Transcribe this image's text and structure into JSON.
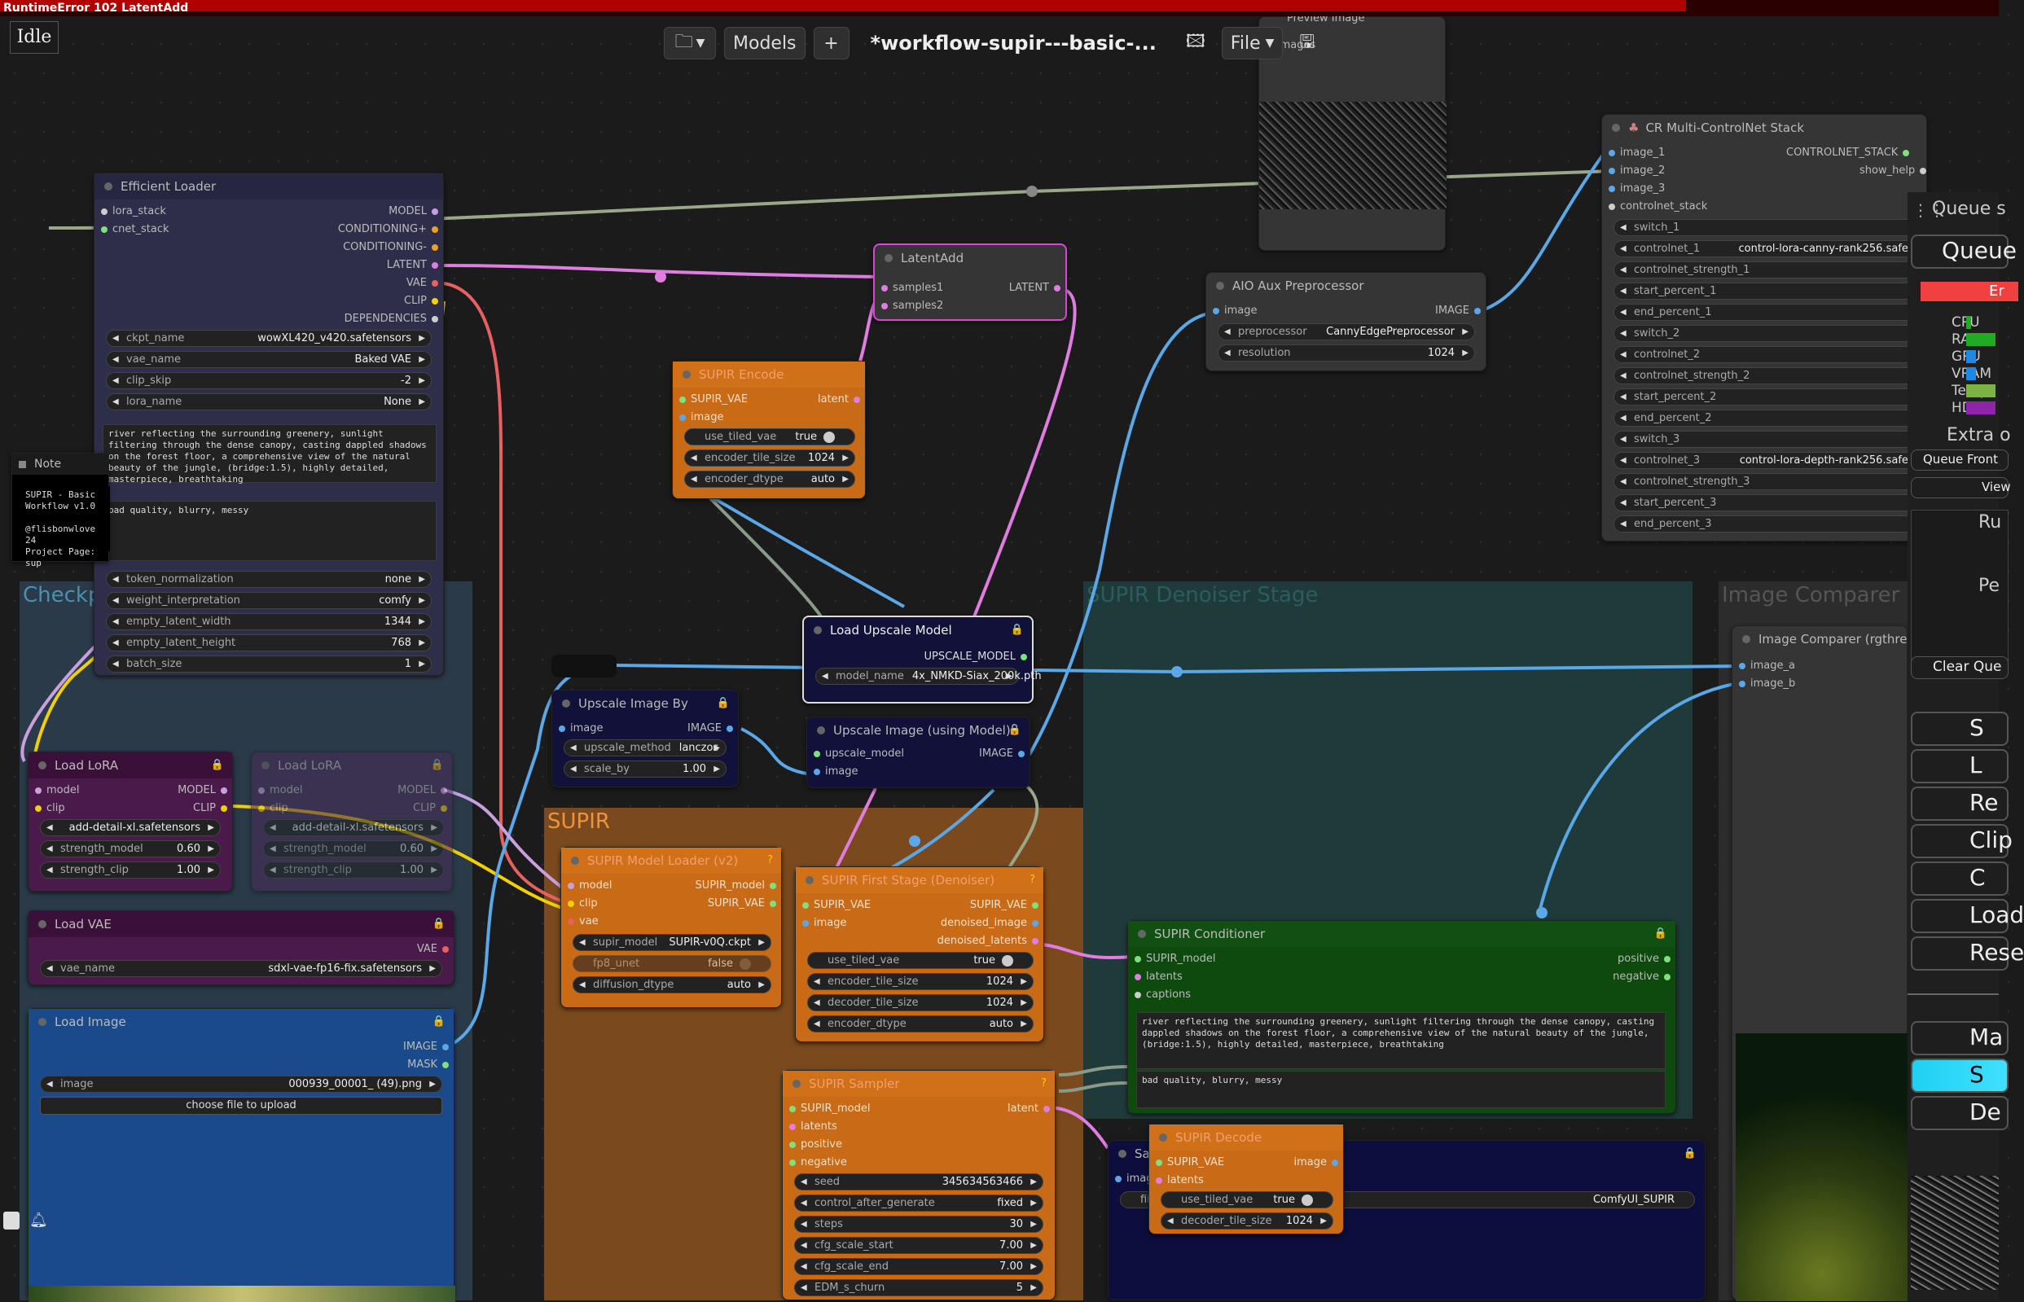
{
  "error_banner": {
    "text": "RuntimeError 102 LatentAdd",
    "color": "#b00000"
  },
  "status": "Idle",
  "topbar": {
    "models_label": "Models",
    "add_label": "+",
    "workflow_title": "*workflow-supir---basic-...",
    "file_label": "File"
  },
  "groups": {
    "checkpoint": "Checkp",
    "supir": "SUPIR",
    "denoiser": "SUPIR Denoiser Stage",
    "comparer": "Image Comparer"
  },
  "preview_image": {
    "title": "Preview Image",
    "input": "images"
  },
  "efficient_loader": {
    "title": "Efficient Loader",
    "inputs": [
      "lora_stack",
      "cnet_stack"
    ],
    "outputs": [
      "MODEL",
      "CONDITIONING+",
      "CONDITIONING-",
      "LATENT",
      "VAE",
      "CLIP",
      "DEPENDENCIES"
    ],
    "widgets": [
      {
        "k": "ckpt_name",
        "v": "wowXL420_v420.safetensors"
      },
      {
        "k": "vae_name",
        "v": "Baked VAE"
      },
      {
        "k": "clip_skip",
        "v": "-2"
      },
      {
        "k": "lora_name",
        "v": "None"
      }
    ],
    "positive": "river reflecting the surrounding greenery, sunlight filtering through the dense canopy, casting dappled shadows on the forest floor, a comprehensive view of the natural beauty of the jungle, (bridge:1.5), highly detailed, masterpiece, breathtaking",
    "negative": "bad quality, blurry, messy",
    "widgets2": [
      {
        "k": "token_normalization",
        "v": "none"
      },
      {
        "k": "weight_interpretation",
        "v": "comfy"
      },
      {
        "k": "empty_latent_width",
        "v": "1344"
      },
      {
        "k": "empty_latent_height",
        "v": "768"
      },
      {
        "k": "batch_size",
        "v": "1"
      }
    ]
  },
  "note": {
    "title": "Note",
    "text": "SUPIR - Basic Workflow v1.0\n\n@flisbonwlove 24\nProject Page: sup"
  },
  "latent_add": {
    "title": "LatentAdd",
    "inputs": [
      "samples1",
      "samples2"
    ],
    "output": "LATENT"
  },
  "supir_encode": {
    "title": "SUPIR Encode",
    "inputs": [
      "SUPIR_VAE",
      "image"
    ],
    "output": "latent",
    "toggle": {
      "k": "use_tiled_vae",
      "v": "true"
    },
    "widgets": [
      {
        "k": "encoder_tile_size",
        "v": "1024"
      },
      {
        "k": "encoder_dtype",
        "v": "auto"
      }
    ]
  },
  "aio_aux": {
    "title": "AIO Aux Preprocessor",
    "input": "image",
    "output": "IMAGE",
    "widgets": [
      {
        "k": "preprocessor",
        "v": "CannyEdgePreprocessor"
      },
      {
        "k": "resolution",
        "v": "1024"
      }
    ]
  },
  "cr_stack": {
    "title": "CR Multi-ControlNet Stack",
    "inputs": [
      "image_1",
      "image_2",
      "image_3",
      "controlnet_stack"
    ],
    "outputs": [
      "CONTROLNET_STACK",
      "show_help"
    ],
    "widgets": [
      {
        "k": "switch_1",
        "v": ""
      },
      {
        "k": "controlnet_1",
        "v": "control-lora-canny-rank256.safete"
      },
      {
        "k": "controlnet_strength_1",
        "v": ""
      },
      {
        "k": "start_percent_1",
        "v": ""
      },
      {
        "k": "end_percent_1",
        "v": ""
      },
      {
        "k": "switch_2",
        "v": ""
      },
      {
        "k": "controlnet_2",
        "v": ""
      },
      {
        "k": "controlnet_strength_2",
        "v": ""
      },
      {
        "k": "start_percent_2",
        "v": ""
      },
      {
        "k": "end_percent_2",
        "v": ""
      },
      {
        "k": "switch_3",
        "v": ""
      },
      {
        "k": "controlnet_3",
        "v": "control-lora-depth-rank256.safete"
      },
      {
        "k": "controlnet_strength_3",
        "v": ""
      },
      {
        "k": "start_percent_3",
        "v": ""
      },
      {
        "k": "end_percent_3",
        "v": ""
      }
    ]
  },
  "load_upscale": {
    "title": "Load Upscale Model",
    "output": "UPSCALE_MODEL",
    "widget": {
      "k": "model_name",
      "v": "4x_NMKD-Siax_200k.pth"
    }
  },
  "upscale_by": {
    "title": "Upscale Image By",
    "input": "image",
    "output": "IMAGE",
    "widgets": [
      {
        "k": "upscale_method",
        "v": "lanczos"
      },
      {
        "k": "scale_by",
        "v": "1.00"
      }
    ]
  },
  "upscale_model": {
    "title": "Upscale Image (using Model)",
    "inputs": [
      "upscale_model",
      "image"
    ],
    "output": "IMAGE"
  },
  "load_lora": {
    "title": "Load LoRA",
    "inputs": [
      "model",
      "clip"
    ],
    "outputs": [
      "MODEL",
      "CLIP"
    ],
    "widgets": [
      {
        "k": "lora_name",
        "v": "add-detail-xl.safetensors"
      },
      {
        "k": "strength_model",
        "v": "0.60"
      },
      {
        "k": "strength_clip",
        "v": "1.00"
      }
    ]
  },
  "load_lora2": {
    "title": "Load LoRA",
    "inputs": [
      "model",
      "clip"
    ],
    "outputs": [
      "MODEL",
      "CLIP"
    ],
    "widgets": [
      {
        "k": "lora_name",
        "v": "add-detail-xl.safetensors"
      },
      {
        "k": "strength_model",
        "v": "0.60"
      },
      {
        "k": "strength_clip",
        "v": "1.00"
      }
    ]
  },
  "load_vae": {
    "title": "Load VAE",
    "output": "VAE",
    "widget": {
      "k": "vae_name",
      "v": "sdxl-vae-fp16-fix.safetensors"
    }
  },
  "load_image": {
    "title": "Load Image",
    "outputs": [
      "IMAGE",
      "MASK"
    ],
    "widget": {
      "k": "image",
      "v": "000939_00001_ (49).png"
    },
    "button": "choose file to upload"
  },
  "supir_loader": {
    "title": "SUPIR Model Loader (v2)",
    "inputs": [
      "model",
      "clip",
      "vae"
    ],
    "outputs": [
      "SUPIR_model",
      "SUPIR_VAE"
    ],
    "widgets": [
      {
        "k": "supir_model",
        "v": "SUPIR-v0Q.ckpt"
      },
      {
        "k": "fp8_unet",
        "v": "false"
      },
      {
        "k": "diffusion_dtype",
        "v": "auto"
      }
    ]
  },
  "first_stage": {
    "title": "SUPIR First Stage (Denoiser)",
    "inputs": [
      "SUPIR_VAE",
      "image"
    ],
    "outputs": [
      "SUPIR_VAE",
      "denoised_image",
      "denoised_latents"
    ],
    "toggle": {
      "k": "use_tiled_vae",
      "v": "true"
    },
    "widgets": [
      {
        "k": "encoder_tile_size",
        "v": "1024"
      },
      {
        "k": "decoder_tile_size",
        "v": "1024"
      },
      {
        "k": "encoder_dtype",
        "v": "auto"
      }
    ]
  },
  "conditioner": {
    "title": "SUPIR Conditioner",
    "inputs": [
      "SUPIR_model",
      "latents",
      "captions"
    ],
    "outputs": [
      "positive",
      "negative"
    ],
    "positive": "river reflecting the surrounding greenery, sunlight filtering through the dense canopy, casting dappled shadows on the forest floor, a comprehensive view of the natural beauty of the jungle, (bridge:1.5), highly detailed, masterpiece, breathtaking",
    "negative": "bad quality, blurry, messy"
  },
  "sampler": {
    "title": "SUPIR Sampler",
    "inputs": [
      "SUPIR_model",
      "latents",
      "positive",
      "negative"
    ],
    "output": "latent",
    "widgets": [
      {
        "k": "seed",
        "v": "345634563466"
      },
      {
        "k": "control_after_generate",
        "v": "fixed"
      },
      {
        "k": "steps",
        "v": "30"
      },
      {
        "k": "cfg_scale_start",
        "v": "7.00"
      },
      {
        "k": "cfg_scale_end",
        "v": "7.00"
      },
      {
        "k": "EDM_s_churn",
        "v": "5"
      }
    ]
  },
  "decode": {
    "title": "SUPIR Decode",
    "inputs": [
      "SUPIR_VAE",
      "latents"
    ],
    "output": "image",
    "toggle": {
      "k": "use_tiled_vae",
      "v": "true"
    },
    "widgets": [
      {
        "k": "decoder_tile_size",
        "v": "1024"
      }
    ]
  },
  "save_image": {
    "title": "Sa",
    "input": "imag",
    "widget": {
      "k": "file",
      "v": "ComfyUI_SUPIR"
    }
  },
  "comparer": {
    "title": "Image Comparer (rgthre",
    "inputs": [
      "image_a",
      "image_b"
    ]
  },
  "side": {
    "queue_header": "Queue s",
    "queue": "Queue",
    "error": "Er",
    "monitor": [
      {
        "label": "CPU",
        "color": "#22aa22"
      },
      {
        "label": "RAM",
        "color": "#22aa22"
      },
      {
        "label": "GPU",
        "color": "#1e88e5"
      },
      {
        "label": "VRAM",
        "color": "#1e88e5"
      },
      {
        "label": "Temp",
        "color": "#7cb342"
      },
      {
        "label": "HDD",
        "color": "#8e24aa"
      }
    ],
    "extra": "Extra o",
    "queue_front": "Queue Front",
    "view": "View",
    "run": "Ru",
    "pe": "Pe",
    "clear": "Clear Que",
    "buttons": [
      "S",
      "L",
      "Re",
      "Clip",
      "C",
      "Load",
      "Rese"
    ],
    "manager": "Ma",
    "share": "S",
    "de": "De"
  }
}
